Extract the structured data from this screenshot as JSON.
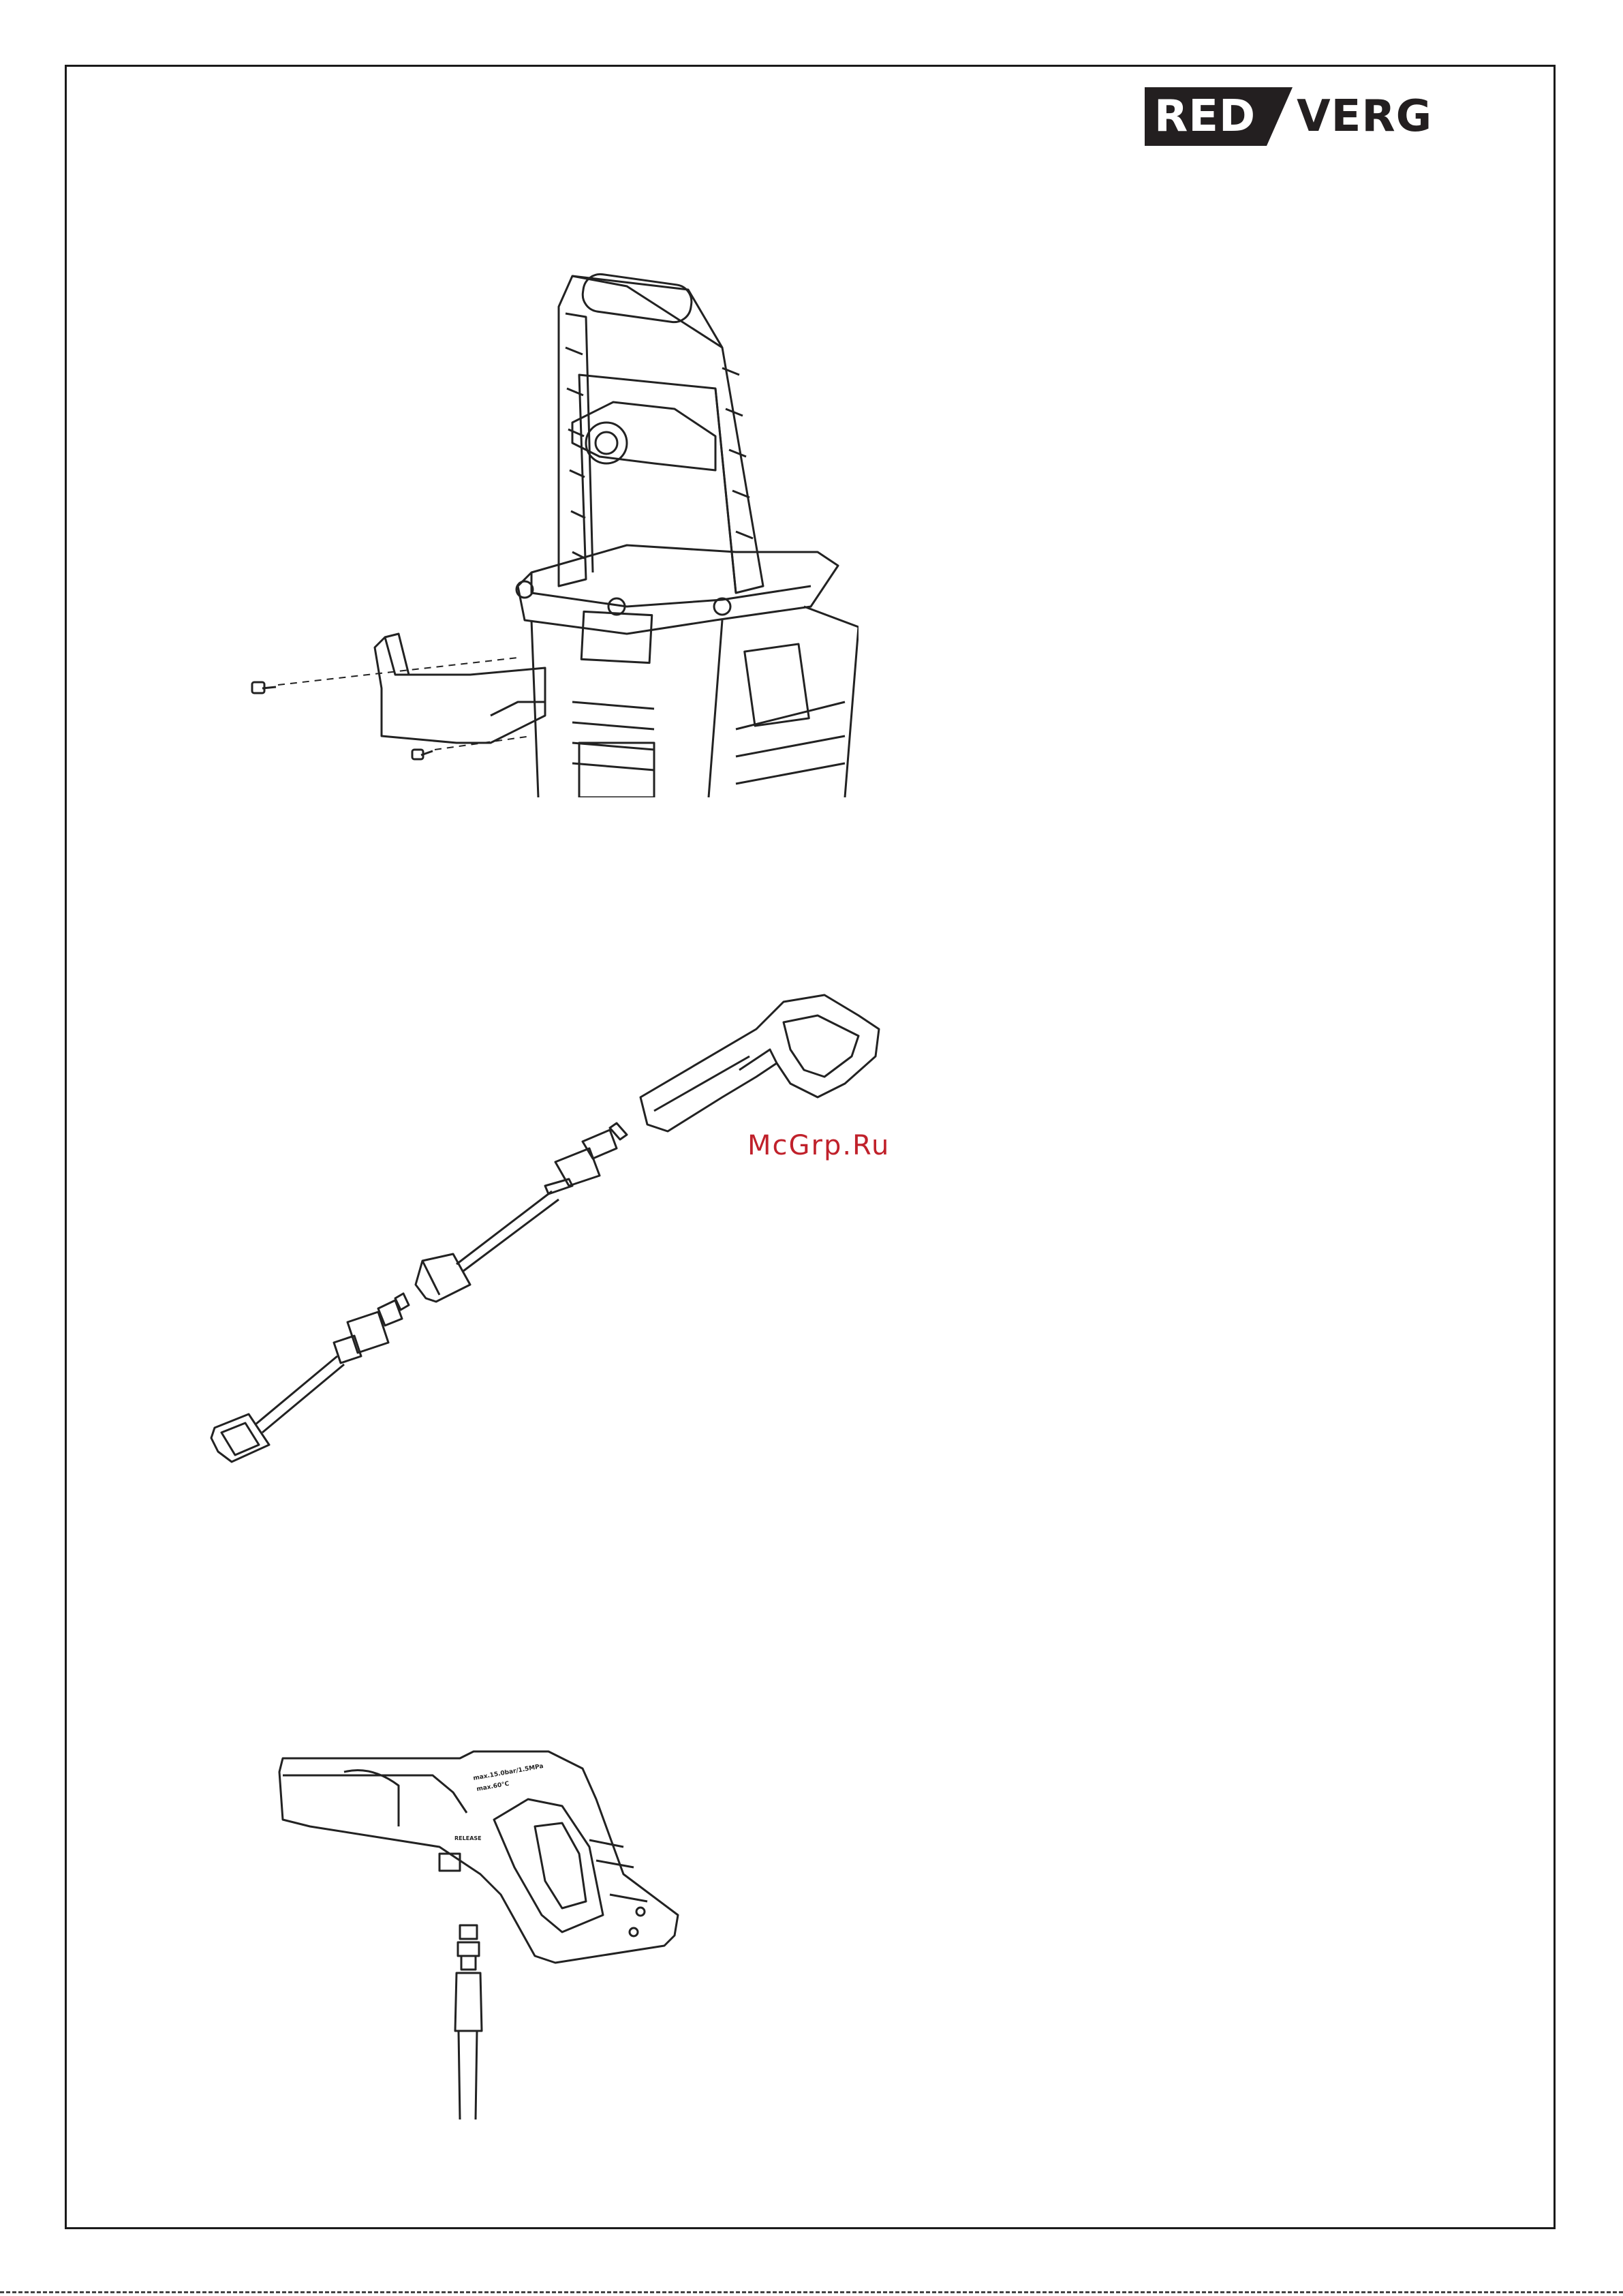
{
  "logo": {
    "part1": "RED",
    "part2": "VERG"
  },
  "watermark": "McGrp.Ru",
  "gun_label_1": "max.15.0bar/1.5MPa",
  "gun_label_2": "max.60°C",
  "gun_release": "RELEASE",
  "figures": [
    {
      "name": "washer-body-hose-hook-assembly"
    },
    {
      "name": "lance-trigger-gun-assembly"
    },
    {
      "name": "trigger-gun-hose-connection"
    }
  ]
}
